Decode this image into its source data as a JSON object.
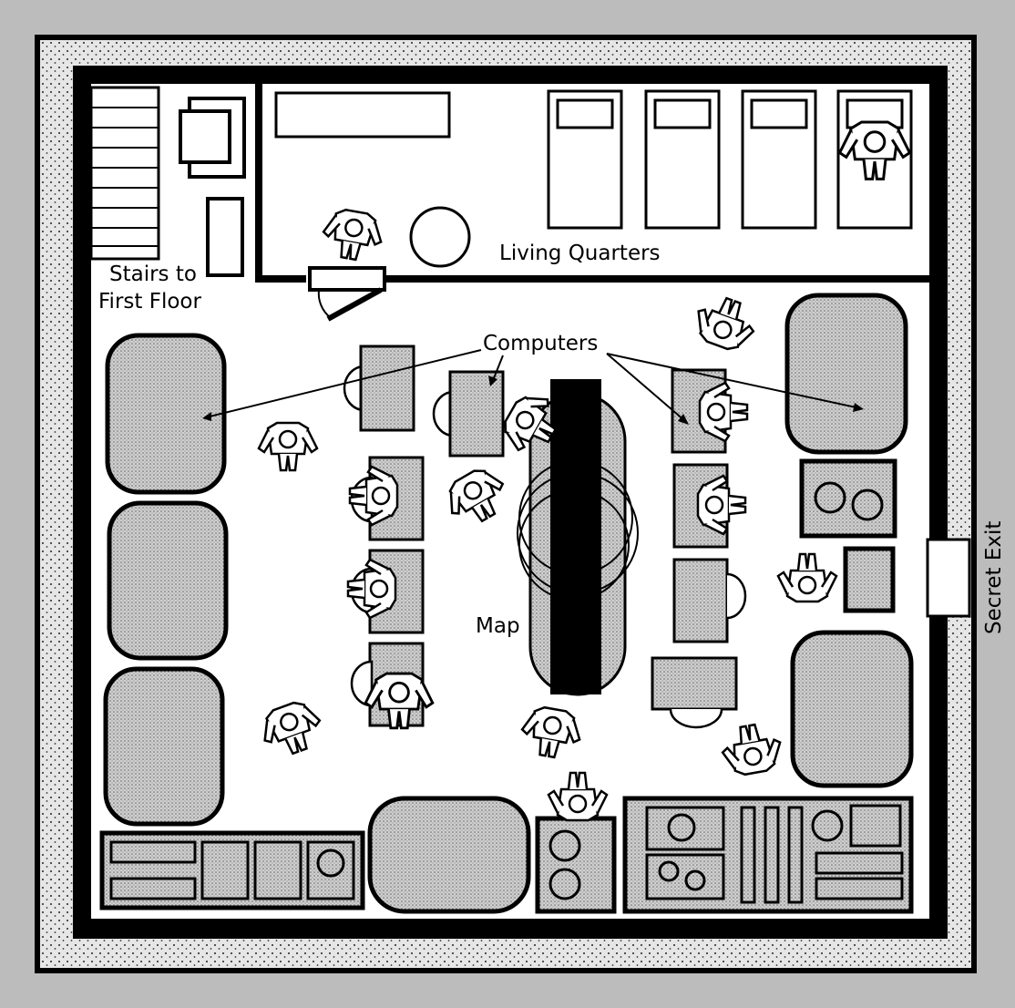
{
  "labels": {
    "stairs_line1": "Stairs to",
    "stairs_line2": "First Floor",
    "living_quarters": "Living Quarters",
    "computers": "Computers",
    "map": "Map",
    "secret_exit": "Secret Exit"
  },
  "colors": {
    "page_background": "#bcbcbc",
    "wall": "#000000",
    "floor": "#ffffff",
    "equipment_fill": "#b4b4b4"
  }
}
